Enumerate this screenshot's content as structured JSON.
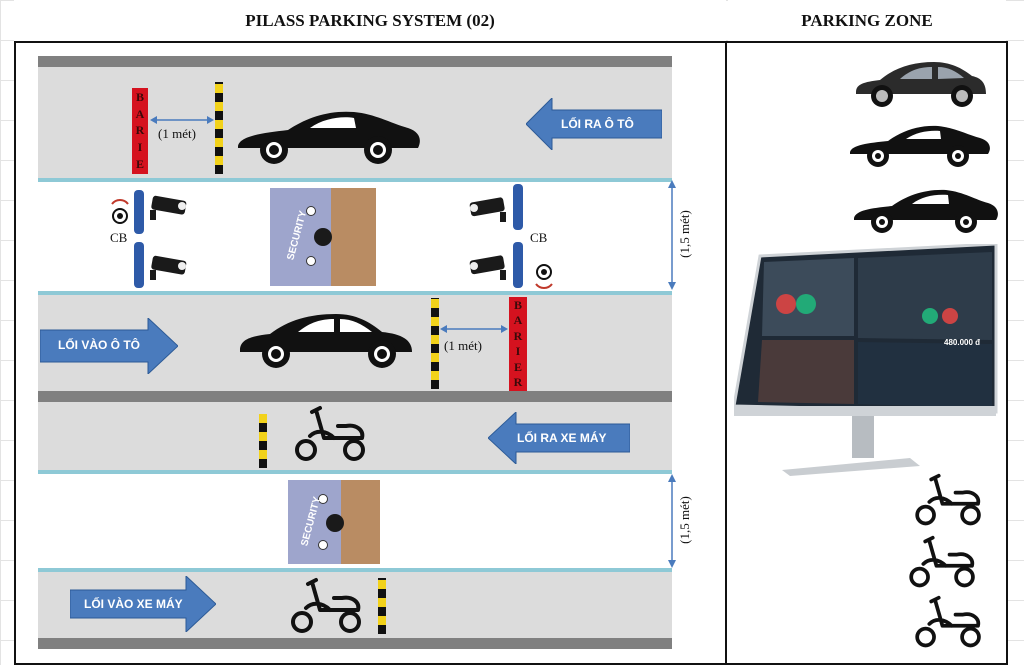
{
  "header": {
    "system_title": "PILASS PARKING SYSTEM (02)",
    "zone_title": "PARKING ZONE"
  },
  "lanes": {
    "car_exit": "LỐI RA Ô TÔ",
    "car_entry": "LỐI VÀO Ô TÔ",
    "moto_exit": "LỐI RA XE MÁY",
    "moto_entry": "LỐI VÀO XE MÁY"
  },
  "barriers": {
    "top_letters": [
      "B",
      "A",
      "R",
      "I",
      "E"
    ],
    "bottom_letters": [
      "B",
      "A",
      "R",
      "I",
      "E",
      "R"
    ]
  },
  "notes": {
    "gap_top": "(1 mét)",
    "gap_bottom": "(1 mét)",
    "width_car": "(1,5 mét)",
    "width_moto": "(1,5 mét)",
    "sensor_left": "CB",
    "sensor_right": "CB"
  },
  "booth": {
    "label": "SECURITY"
  },
  "monitor": {
    "amount": "480.000 đ"
  },
  "colors": {
    "arrow_blue": "#4a7bbd",
    "lane_grey": "#dcdcdc",
    "barrier_red": "#d5121f",
    "divider_cyan": "#8ec9d6"
  }
}
